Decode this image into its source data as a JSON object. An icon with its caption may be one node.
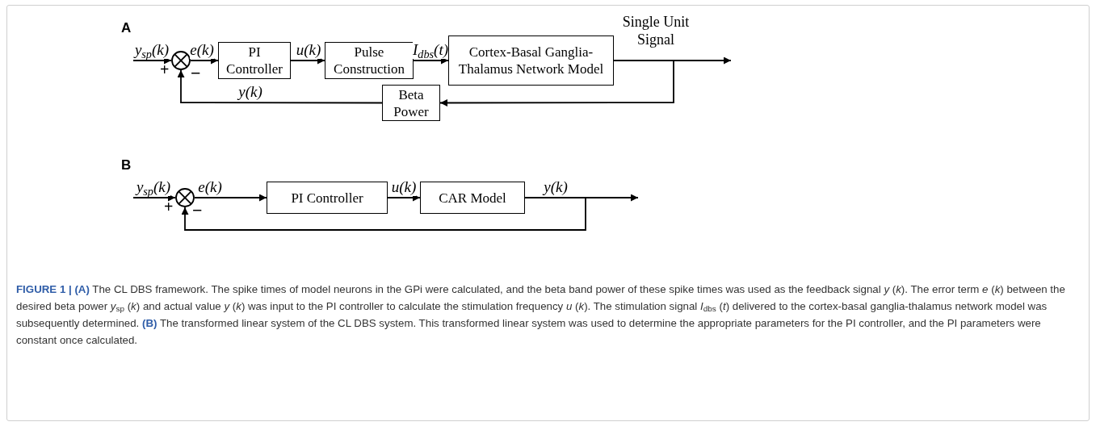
{
  "diagram": {
    "nodes": [
      {
        "text": [],
        "shape": "circle"
      },
      {
        "text": [
          "PI Controller"
        ]
      },
      {
        "text": [
          "Pulse Construction"
        ]
      },
      {
        "text": [
          "Cortex-Basal Ganglia-Thalamus Network Model"
        ]
      },
      {
        "text": [
          "Beta Power"
        ]
      },
      {
        "text": [],
        "shape": "circle"
      },
      {
        "text": [
          "PI Controller"
        ]
      },
      {
        "text": [
          "CAR Model"
        ]
      }
    ],
    "edges": [
      {
        "from": null,
        "to": 0,
        "arrow": "to",
        "label": "y$_{sp}$(k)"
      },
      {
        "from": 0,
        "to": 1,
        "arrow": "to",
        "label": "e(k)"
      },
      {
        "from": 1,
        "to": 2,
        "arrow": "to",
        "label": "u(k)"
      },
      {
        "from": 2,
        "to": 3,
        "arrow": "to",
        "label": "I$_{dbs}$(t)"
      },
      {
        "from": 3,
        "to": null,
        "arrow": "to",
        "label": "Single Unit Signal"
      },
      {
        "from": 3,
        "to": 4,
        "arrow": "to"
      },
      {
        "from": 4,
        "to": 0,
        "arrow": "to",
        "label": "y(k)"
      },
      {
        "from": null,
        "to": 5,
        "arrow": "to",
        "label": "y$_{sp}$(k)"
      },
      {
        "from": 5,
        "to": 6,
        "arrow": "to",
        "label": "e(k)"
      },
      {
        "from": 6,
        "to": 7,
        "arrow": "to",
        "label": "u(k)"
      },
      {
        "from": 7,
        "to": null,
        "arrow": "to",
        "label": "y(k)"
      },
      {
        "from": 7,
        "to": 5,
        "arrow": "to"
      }
    ],
    "labels": [
      "A",
      "+",
      "−",
      "B",
      "+",
      "−"
    ],
    "caption": "**FIGURE 1 | (A)** The CL DBS framework. The spike times of model neurons in the GPi were calculated, and the beta band power of these spike times was used as the feedback signal *y* (*k*). The error term *e* (*k*) between the desired beta power *y*$_{sp}$ (*k*) and actual value *y* (*k*) was input to the PI controller to calculate the stimulation frequency *u* (*k*). The stimulation signal *I*$_{dbs}$ (*t*) delivered to the cortex-basal ganglia-thalamus network model was subsequently determined. **(B)** The transformed linear system of the CL DBS system. This transformed linear system was used to determine the appropriate parameters for the PI controller, and the PI parameters were constant once calculated."
  }
}
